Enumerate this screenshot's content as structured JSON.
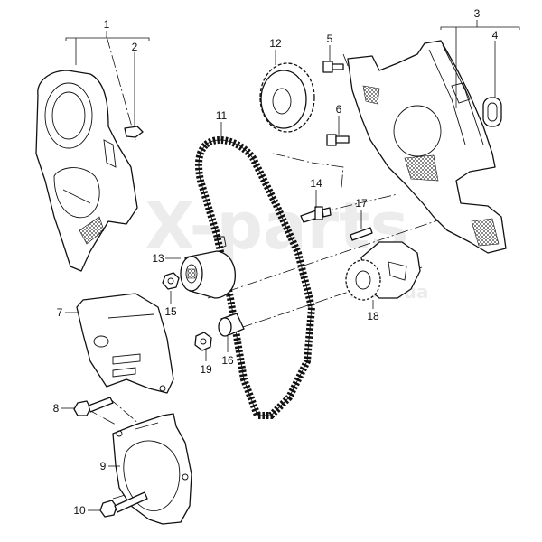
{
  "diagram": {
    "callouts": [
      {
        "id": "1",
        "label": "1"
      },
      {
        "id": "2",
        "label": "2"
      },
      {
        "id": "3",
        "label": "3"
      },
      {
        "id": "4",
        "label": "4"
      },
      {
        "id": "5",
        "label": "5"
      },
      {
        "id": "6",
        "label": "6"
      },
      {
        "id": "7",
        "label": "7"
      },
      {
        "id": "8",
        "label": "8"
      },
      {
        "id": "9",
        "label": "9"
      },
      {
        "id": "10",
        "label": "10"
      },
      {
        "id": "11",
        "label": "11"
      },
      {
        "id": "12",
        "label": "12"
      },
      {
        "id": "13",
        "label": "13"
      },
      {
        "id": "14",
        "label": "14"
      },
      {
        "id": "15",
        "label": "15"
      },
      {
        "id": "16",
        "label": "16"
      },
      {
        "id": "17",
        "label": "17"
      },
      {
        "id": "18",
        "label": "18"
      },
      {
        "id": "19",
        "label": "19"
      }
    ]
  },
  "watermark": {
    "main_text": "X-parts",
    "sub_text": ".com.ua"
  },
  "colors": {
    "line": "#111111",
    "background": "#ffffff"
  }
}
